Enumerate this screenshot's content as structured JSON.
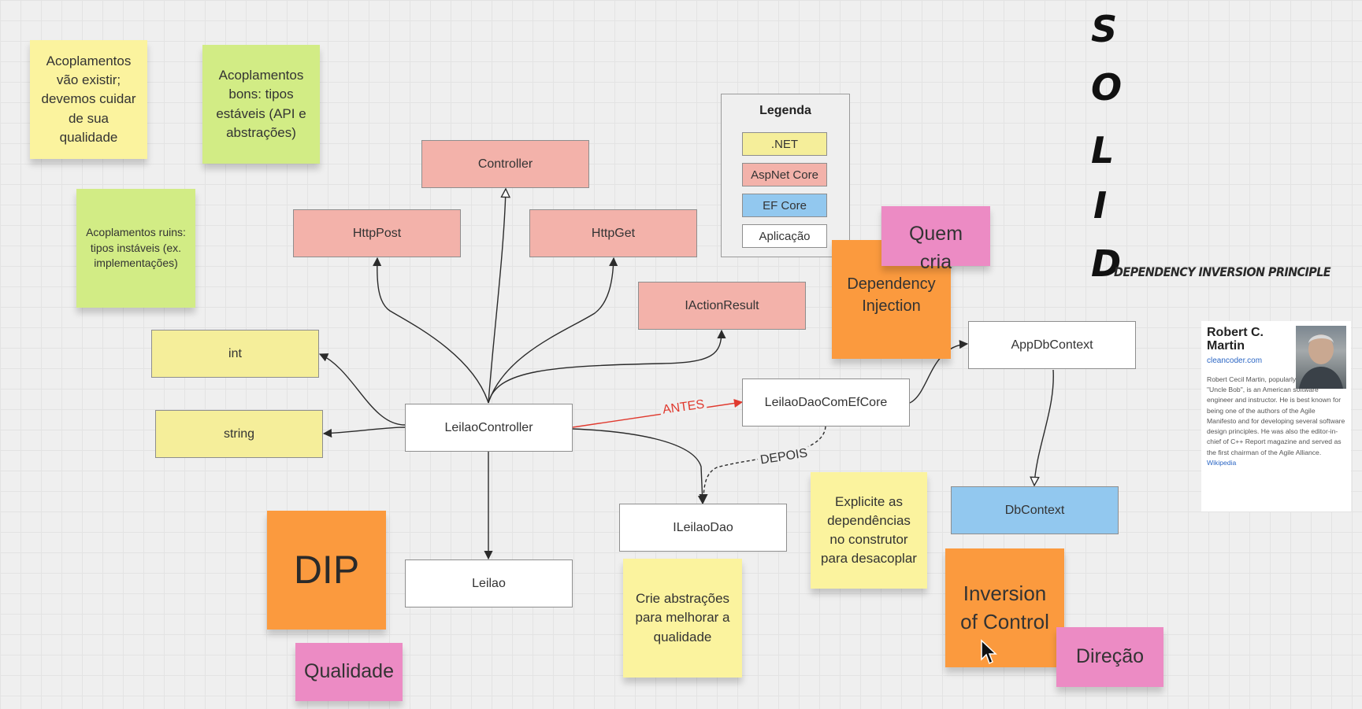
{
  "nodes": {
    "controller": "Controller",
    "httppost": "HttpPost",
    "httpget": "HttpGet",
    "iactionresult": "IActionResult",
    "int": "int",
    "string": "string",
    "leilao_controller": "LeilaoController",
    "leilao_dao_ef": "LeilaoDaoComEfCore",
    "app_db_context": "AppDbContext",
    "db_context": "DbContext",
    "ileilao_dao": "ILeilaoDao",
    "leilao": "Leilao"
  },
  "edges": {
    "antes": "ANTES",
    "depois": "DEPOIS"
  },
  "legend": {
    "title": "Legenda",
    "items": [
      {
        "label": ".NET",
        "color": "#f5ee9a"
      },
      {
        "label": "AspNet Core",
        "color": "#f3b2aa"
      },
      {
        "label": "EF Core",
        "color": "#92c8ef"
      },
      {
        "label": "Aplicação",
        "color": "#ffffff"
      }
    ]
  },
  "notes": {
    "acoplamentos_existir": "Acoplamentos vão existir; devemos cuidar de sua qualidade",
    "acoplamentos_bons": "Acoplamentos bons: tipos estáveis (API e abstrações)",
    "acoplamentos_ruins": "Acoplamentos ruins: tipos instáveis (ex. implementações)",
    "quem_cria": "Quem cria",
    "dependency_injection": "Dependency Injection",
    "dip": "DIP",
    "qualidade": "Qualidade",
    "crie_abstracoes": "Crie abstrações para melhorar a qualidade",
    "explicite": "Explicite as dependências no construtor para desacoplar",
    "inversion_of_control": "Inversion of Control",
    "direcao": "Direção"
  },
  "solid": {
    "letters": [
      "S",
      "O",
      "L",
      "I",
      "D"
    ],
    "tagline": "DEPENDENCY INVERSION PRINCIPLE"
  },
  "profile": {
    "name": "Robert C. Martin",
    "site": "cleancoder.com",
    "bio": "Robert Cecil Martin, popularly known as \"Uncle Bob\", is an American software engineer and instructor. He is best known for being one of the authors of the Agile Manifesto and for developing several software design principles. He was also the editor-in-chief of C++ Report magazine and served as the first chairman of the Agile Alliance.",
    "link": "Wikipedia"
  },
  "colors": {
    "aspnet": "#f3b2aa",
    "dotnet": "#f5ee9a",
    "efcore": "#92c8ef",
    "app": "#ffffff",
    "sticky_yellow": "#fbf39e",
    "sticky_green": "#d2ec85",
    "sticky_orange": "#fb9a3e",
    "sticky_pink": "#ec8bc4",
    "edge": "#2b2b2b",
    "antes": "#e03a2f"
  }
}
